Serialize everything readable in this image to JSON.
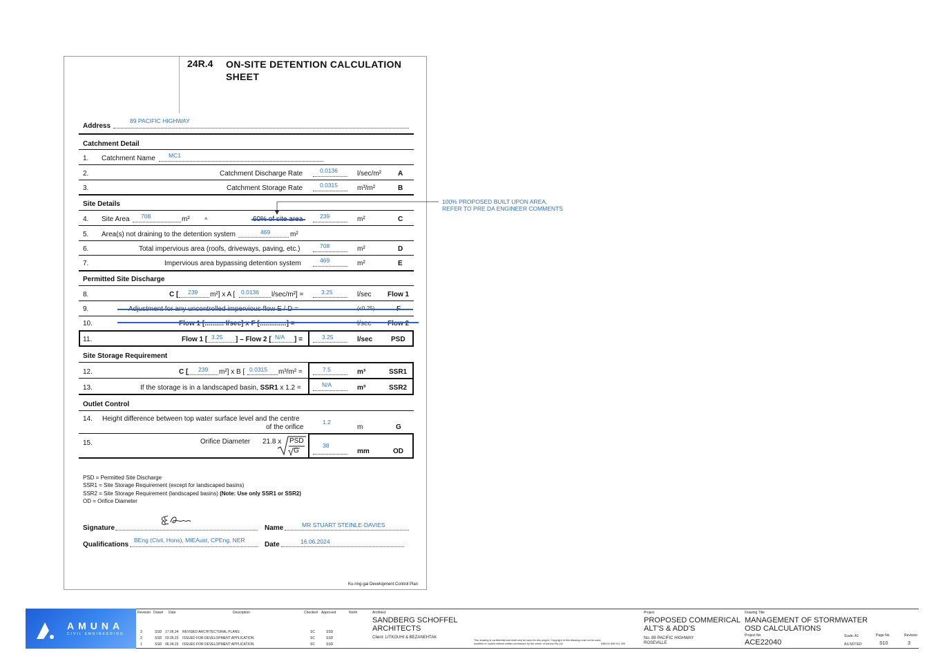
{
  "sheet": {
    "number": "24R.4",
    "title_line1": "ON-SITE DETENTION CALCULATION",
    "title_line2": "SHEET",
    "address_label": "Address",
    "address_value": "89 PACIFIC HIGHWAY",
    "catchment_heading": "Catchment Detail",
    "row1_num": "1.",
    "row1_label": "Catchment Name",
    "row1_value": "MC1",
    "row2_num": "2.",
    "row2_label": "Catchment Discharge Rate",
    "row2_value": "0.0136",
    "row2_unit": "l/sec/m²",
    "row2_code": "A",
    "row3_num": "3.",
    "row3_label": "Catchment Storage Rate",
    "row3_value": "0.0315",
    "row3_unit": "m³/m²",
    "row3_code": "B",
    "site_heading": "Site Details",
    "row4_num": "4.",
    "row4_label": "Site Area",
    "row4_area": "708",
    "row4_unit_a": "m²",
    "row4_caret": "^",
    "row4_struck": "60% of site area",
    "row4_value": "239",
    "row4_unit": "m²",
    "row4_code": "C",
    "row5_num": "5.",
    "row5_label": "Area(s) not draining to the detention system",
    "row5_value": "469",
    "row5_unit": "m²",
    "row6_num": "6.",
    "row6_label": "Total impervious area (roofs, driveways, paving, etc.)",
    "row6_value": "708",
    "row6_unit": "m²",
    "row6_code": "D",
    "row7_num": "7.",
    "row7_label": "Impervious area bypassing detention system",
    "row7_value": "469",
    "row7_unit": "m²",
    "row7_code": "E",
    "discharge_heading": "Permitted Site Discharge",
    "row8_num": "8.",
    "row8_c": "C [",
    "row8_cval": "239",
    "row8_mid": "m²] x A [",
    "row8_aval": "0.0136",
    "row8_end": "l/sec/m²] =",
    "row8_value": "3.25",
    "row8_unit": "l/sec",
    "row8_code": "Flow 1",
    "row9_num": "9.",
    "row9_label": "Adjustment for any uncontrolled impervious flow  E / D =",
    "row9_value": "(≤0.25)",
    "row9_code": "F",
    "row10_num": "10.",
    "row10_label": "Flow 1 [.......... l/sec] x F [..............] =",
    "row10_unit": "l/sec",
    "row10_code": "Flow 2",
    "row11_num": "11.",
    "row11_a": "Flow 1 [",
    "row11_f1": "3.25",
    "row11_b": "] – Flow 2 [",
    "row11_f2": "N/A",
    "row11_c": "] =",
    "row11_value": "3.25",
    "row11_unit": "l/sec",
    "row11_code": "PSD",
    "storage_heading": "Site Storage Requirement",
    "row12_num": "12.",
    "row12_a": "C [",
    "row12_cval": "239",
    "row12_b": "m²] x B [",
    "row12_bval": "0.0315",
    "row12_c": "m³/m² =",
    "row12_value": "7.5",
    "row12_unit": "m³",
    "row12_code": "SSR1",
    "row13_num": "13.",
    "row13_label": "If the storage is in a landscaped basin,",
    "row13_bold": "SSR1",
    "row13_tail": "x 1.2 =",
    "row13_value": "N/A",
    "row13_unit": "m³",
    "row13_code": "SSR2",
    "outlet_heading": "Outlet Control",
    "row14_num": "14.",
    "row14_label1": "Height difference between top water surface level and the centre",
    "row14_label2": "of the orifice",
    "row14_value": "1.2",
    "row14_unit": "m",
    "row14_code": "G",
    "row15_num": "15.",
    "row15_label": "Orifice Diameter",
    "row15_formula": "21.8 x",
    "row15_psd": "PSD",
    "row15_g": "G",
    "row15_value": "38",
    "row15_unit": "mm",
    "row15_code": "OD",
    "note1": "PSD = Permitted Site Discharge",
    "note2": "SSR1 = Site Storage Requirement (except for landscaped basins)",
    "note3a": "SSR2 = Site Storage Requirement (landscaped basins) ",
    "note3b": "(Note: Use only SSR1 or SSR2)",
    "note4": "OD = Orifice Diameter",
    "signature_label": "Signature",
    "name_label": "Name",
    "name_value": "MR STUART STEINLE-DAVIES",
    "qual_label": "Qualifications",
    "qual_value": "BEng (Civil, Hons), MIEAust, CPEng, NER",
    "date_label": "Date",
    "date_value": "16.06.2024",
    "footer": "Ku-ring-gai Development Control Plan"
  },
  "annotation": {
    "line1": "100% PROPOSED BUILT UPON AREA,",
    "line2": "REFER TO PRE DA ENGINEER COMMENTS"
  },
  "title_block": {
    "logo_name": "AMUNA",
    "logo_sub": "CIVIL ENGINEERING",
    "hdr_revision": "Revision",
    "hdr_drawn": "Drawn",
    "hdr_date": "Date",
    "hdr_description": "Description",
    "hdr_checked": "Checked",
    "hdr_approved": "Approved",
    "hdr_north": "North",
    "revisions": [
      {
        "rev": "3",
        "drawn": "SSD",
        "date": "17.06.24",
        "desc": "REVISED ARCHITECTURAL PLANS",
        "checked": "SC",
        "approved": "SSD"
      },
      {
        "rev": "2",
        "drawn": "SSD",
        "date": "03.05.23",
        "desc": "ISSUED FOR DEVELOPMENT APPLICATION",
        "checked": "SC",
        "approved": "SSD"
      },
      {
        "rev": "1",
        "drawn": "SSD",
        "date": "06.04.23",
        "desc": "ISSUED FOR DEVELOPMENT APPLICATION",
        "checked": "SC",
        "approved": "SSD"
      }
    ],
    "architect_label": "Architect",
    "architect_line1": "SANDBERG SCHOFFEL",
    "architect_line2": "ARCHITECTS",
    "client": "Client: LITKOUHI & BEZANEHTAK",
    "confidential1": "This drawing is confidential and shall only be used for this project. Copyright of this drawing must not be used,",
    "confidential2": "modified or copied without written permission by the owner of Amuna Pty Ltd",
    "abn": "ABN:31 658 411 299",
    "project_label": "Project",
    "project_line1": "PROPOSED COMMERICAL",
    "project_line2": "ALT'S & ADD'S",
    "project_addr1": "No. 89 PACIFIC HIGHWAY",
    "project_addr2": "ROSEVILLE",
    "drawing_title_label": "Drawing Title",
    "drawing_title1": "MANAGEMENT OF STORMWATER",
    "drawing_title2": "OSD CALCULATIONS",
    "project_no_label": "Project No.",
    "project_no": "ACE22040",
    "scale_label": "Scale: A1",
    "scale_value": "AS NOTED",
    "page_label": "Page No.",
    "page_value": "S10",
    "revision_label": "Revision",
    "revision_value": "3"
  }
}
